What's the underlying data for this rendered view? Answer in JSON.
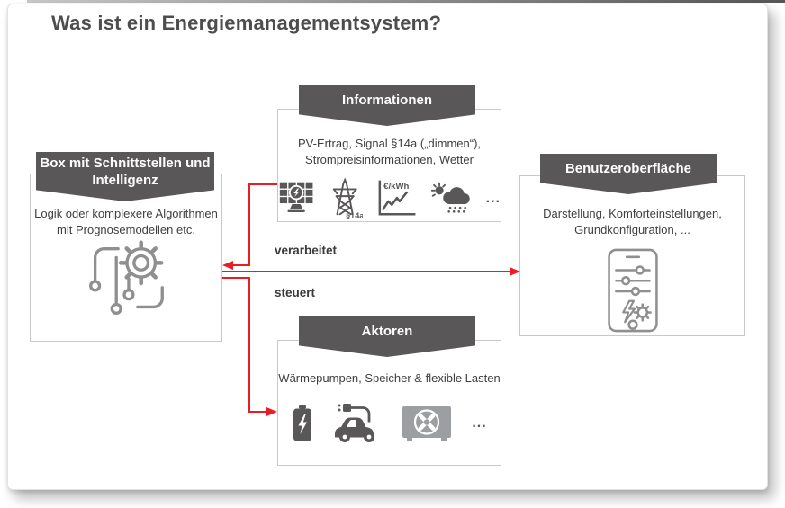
{
  "title": "Was ist ein Energiemanagementsystem?",
  "colors": {
    "banner": "#595757",
    "arrow": "#ec1c24",
    "text": "#3f3f3f"
  },
  "boxes": {
    "informationen": {
      "title": "Informationen",
      "body": "PV-Ertrag, Signal §14a („dimmen“),\nStrompreisinformationen, Wetter",
      "pylon_label": "§14a",
      "chart_label": "€/kWh",
      "more": "..."
    },
    "intelligenz": {
      "title": "Box mit Schnittstellen und\nIntelligenz",
      "body": "Logik oder komplexere Algorithmen\nmit Prognosemodellen etc."
    },
    "benutzeroberflaeche": {
      "title": "Benutzeroberfläche",
      "body": "Darstellung, Komforteinstellungen,\nGrundkonfiguration, ..."
    },
    "aktoren": {
      "title": "Aktoren",
      "body": "Wärmepumpen, Speicher & flexible Lasten",
      "more": "..."
    }
  },
  "arrows": {
    "verarbeitet": "verarbeitet",
    "steuert": "steuert"
  }
}
